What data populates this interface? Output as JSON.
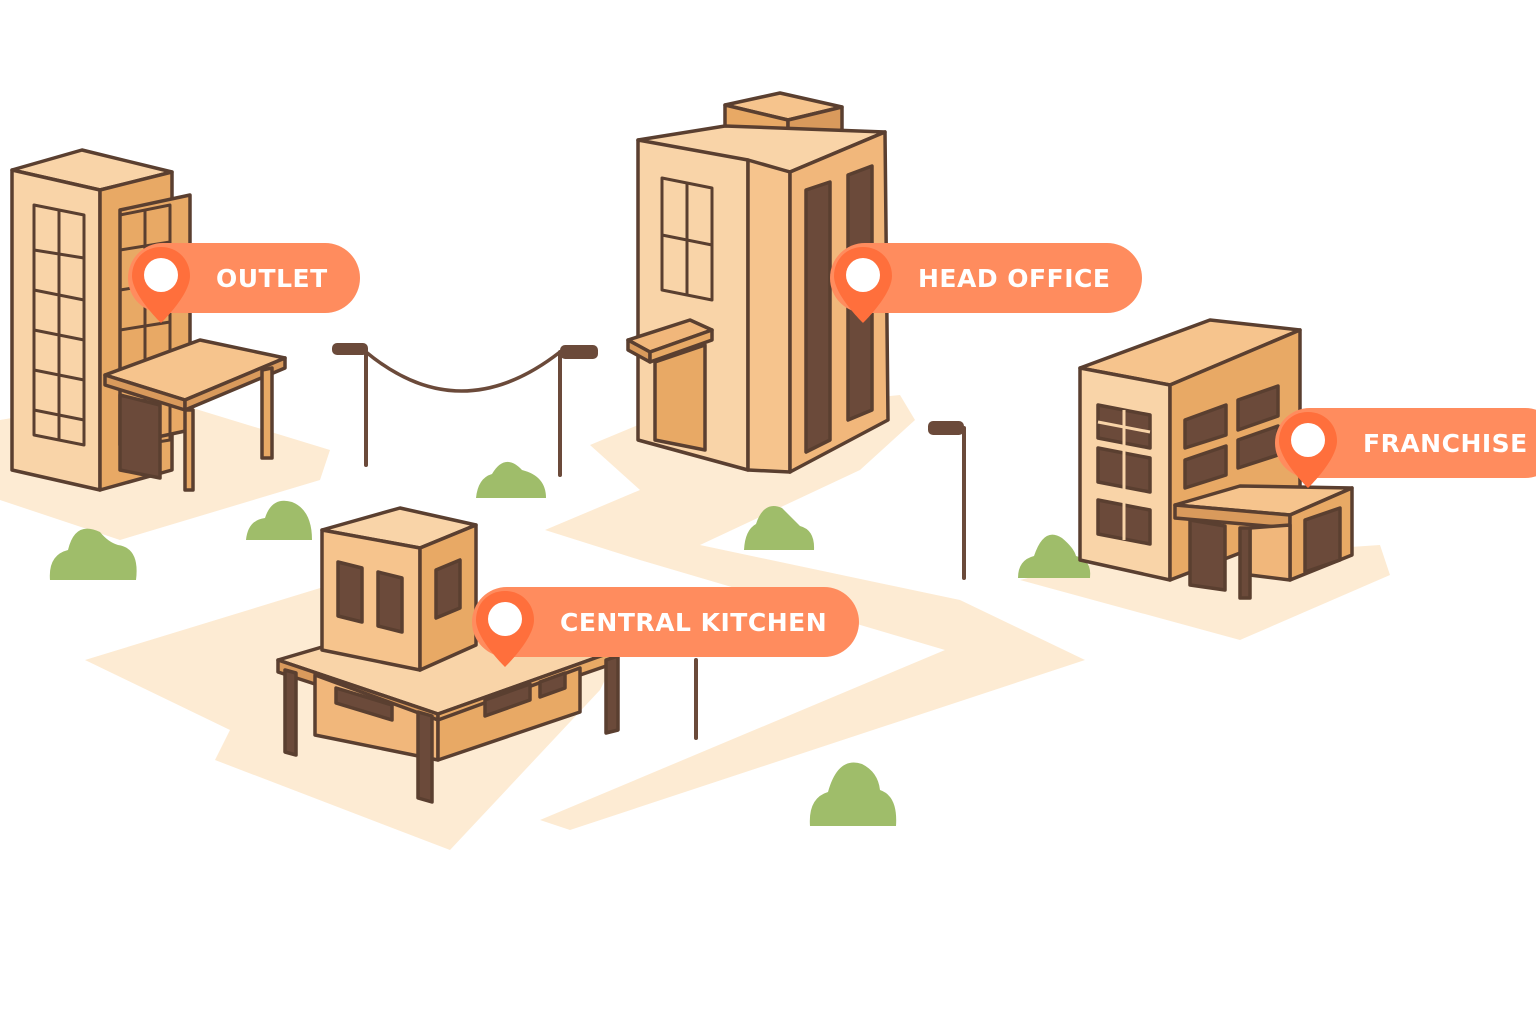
{
  "colors": {
    "accent": "#ff8c5e",
    "pin": "#ff6f3c",
    "outline": "#5a3f30",
    "wall_light": "#f9d4a8",
    "wall_mid": "#f1b77b",
    "wall_dark": "#d99a5c",
    "window": "#6b4a3a",
    "ground": "#fdebd3",
    "bush": "#9fbd6a"
  },
  "locations": [
    {
      "id": "outlet",
      "label": "OUTLET",
      "icon": "map-pin-icon"
    },
    {
      "id": "head-office",
      "label": "HEAD OFFICE",
      "icon": "map-pin-icon"
    },
    {
      "id": "franchise",
      "label": "FRANCHISE",
      "icon": "map-pin-icon"
    },
    {
      "id": "central-kitchen",
      "label": "CENTRAL KITCHEN",
      "icon": "map-pin-icon"
    }
  ]
}
